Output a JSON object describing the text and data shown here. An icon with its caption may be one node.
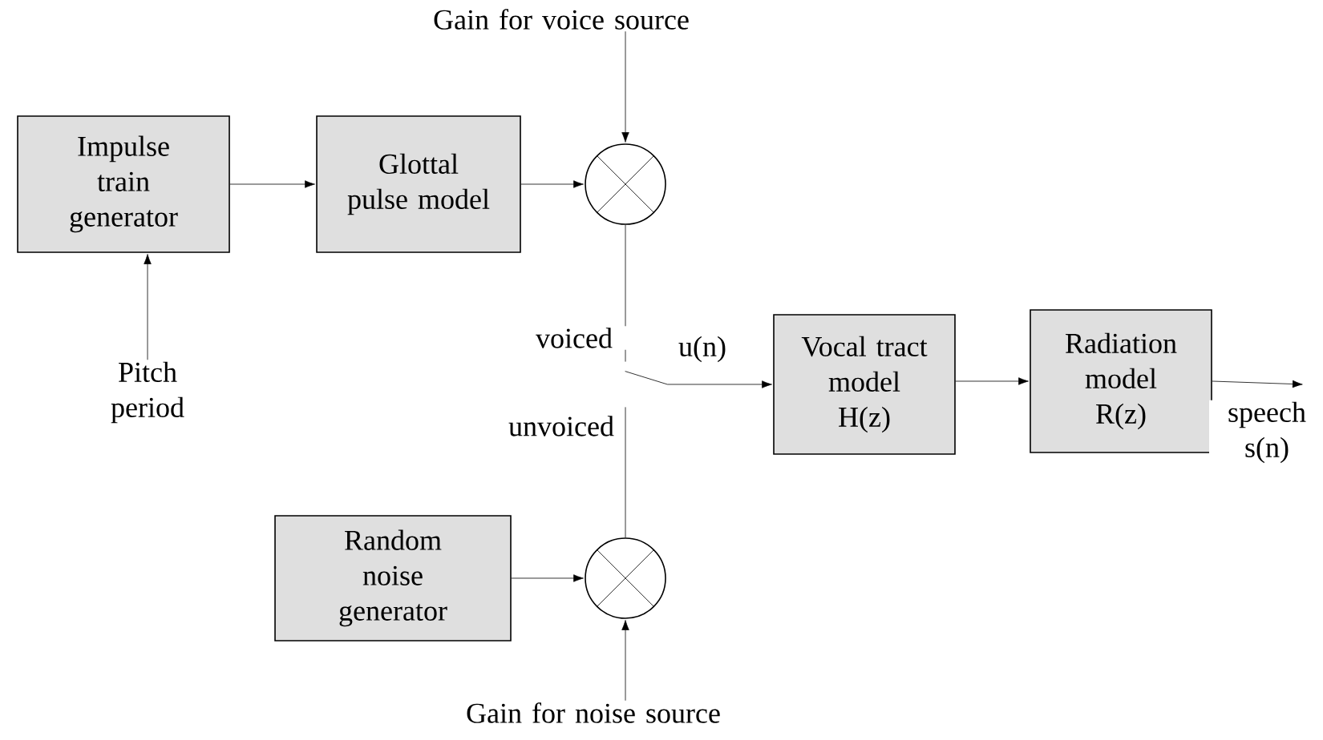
{
  "diagram": {
    "nodes": [
      {
        "text": [
          "Impulse train generator"
        ]
      },
      {
        "text": [
          "Glottal pulse model"
        ]
      },
      {
        "text": [],
        "shape": "circle"
      },
      {
        "text": [
          "Pitch period"
        ]
      },
      {
        "text": [
          "Gain for voice source"
        ]
      },
      {
        "text": [
          "Random noise generator"
        ]
      },
      {
        "text": [],
        "shape": "circle"
      },
      {
        "text": [
          "Gain for noise source"
        ]
      },
      {
        "text": [],
        "shape": "switch"
      },
      {
        "text": [
          "Vocal tract model H(z)"
        ]
      },
      {
        "text": [
          "Radiation model R(z)"
        ]
      }
    ],
    "edges": [
      {
        "from": 0,
        "to": 1,
        "arrow": "to"
      },
      {
        "from": 1,
        "to": 2,
        "arrow": "to"
      },
      {
        "from": 4,
        "to": 2,
        "arrow": "to"
      },
      {
        "from": 3,
        "to": 0,
        "arrow": "to"
      },
      {
        "from": 2,
        "to": 8,
        "arrow": "none",
        "label": "voiced"
      },
      {
        "from": 5,
        "to": 6,
        "arrow": "to"
      },
      {
        "from": 7,
        "to": 6,
        "arrow": "to"
      },
      {
        "from": 6,
        "to": 8,
        "arrow": "none",
        "label": "unvoiced"
      },
      {
        "from": 8,
        "to": 9,
        "arrow": "to",
        "label": "u(n)"
      },
      {
        "from": 9,
        "to": 10,
        "arrow": "to"
      },
      {
        "from": 10,
        "to": null,
        "arrow": "to",
        "label": "speech s(n)"
      }
    ]
  }
}
